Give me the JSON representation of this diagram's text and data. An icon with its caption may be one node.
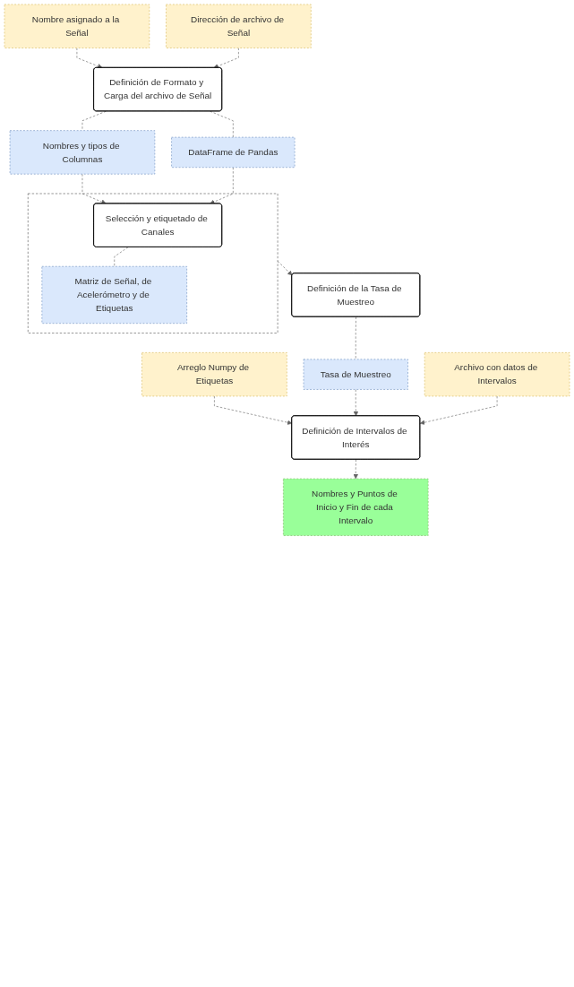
{
  "diagram": {
    "nodes": [
      {
        "text": [
          "Nombre asignado a la Señal"
        ]
      },
      {
        "text": [
          "Dirección de archivo de Señal"
        ]
      },
      {
        "text": [
          "Definición de Formato y Carga del archivo de Señal"
        ]
      },
      {
        "text": [
          "Nombres y tipos de Columnas"
        ]
      },
      {
        "text": [
          "DataFrame de Pandas"
        ]
      },
      {
        "text": [],
        "shape": "box"
      },
      {
        "text": [
          "Selección y etiquetado de Canales"
        ],
        "in": 5
      },
      {
        "text": [
          "Matriz de Señal, de Acelerómetro y de Etiquetas"
        ],
        "in": 5
      },
      {
        "text": [
          "Definición de la Tasa de Muestreo"
        ]
      },
      {
        "text": [
          "Arreglo Numpy de Etiquetas"
        ]
      },
      {
        "text": [
          "Tasa de Muestreo"
        ]
      },
      {
        "text": [
          "Archivo con datos de Intervalos"
        ]
      },
      {
        "text": [
          "Definición de Intervalos de Interés"
        ]
      },
      {
        "text": [
          "Nombres y Puntos de Inicio y Fin de cada Intervalo"
        ]
      }
    ],
    "edges": [
      {
        "from": 0,
        "to": 2,
        "arrow": "to",
        "style": "dashed"
      },
      {
        "from": 1,
        "to": 2,
        "arrow": "to",
        "style": "dashed"
      },
      {
        "from": 2,
        "to": 3,
        "arrow": "none",
        "style": "dashed"
      },
      {
        "from": 2,
        "to": 4,
        "arrow": "none",
        "style": "dashed"
      },
      {
        "from": 3,
        "to": 6,
        "arrow": "to",
        "style": "dashed"
      },
      {
        "from": 4,
        "to": 6,
        "arrow": "to",
        "style": "dashed"
      },
      {
        "from": 6,
        "to": 7,
        "arrow": "none",
        "style": "dashed"
      },
      {
        "from": 5,
        "to": 8,
        "arrow": "to",
        "style": "dashed"
      },
      {
        "from": 8,
        "to": 10,
        "arrow": "none",
        "style": "dashed"
      },
      {
        "from": 9,
        "to": 12,
        "arrow": "to",
        "style": "dashed"
      },
      {
        "from": 10,
        "to": 12,
        "arrow": "to",
        "style": "dashed"
      },
      {
        "from": 11,
        "to": 12,
        "arrow": "to",
        "style": "dashed"
      },
      {
        "from": 12,
        "to": 13,
        "arrow": "to",
        "style": "dashed"
      }
    ]
  }
}
